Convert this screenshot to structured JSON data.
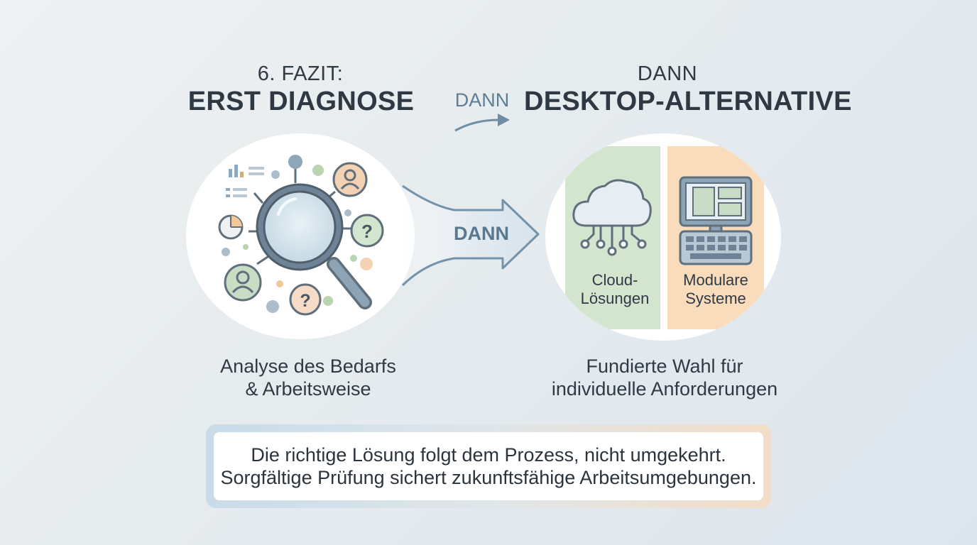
{
  "left": {
    "subheading": "6. FAZIT:",
    "heading": "ERST DIAGNOSE",
    "caption_line1": "Analyse des Bedarfs",
    "caption_line2": "& Arbeitsweise"
  },
  "connector": {
    "top_label": "DANN",
    "arrow_label": "DANN"
  },
  "right": {
    "subheading": "DANN",
    "heading": "DESKTOP-ALTERNATIVE",
    "option_cloud_line1": "Cloud-",
    "option_cloud_line2": "Lösungen",
    "option_modular_line1": "Modulare",
    "option_modular_line2": "Systeme",
    "caption_line1": "Fundierte Wahl für",
    "caption_line2": "individuelle Anforderungen"
  },
  "summary": {
    "line1": "Die richtige Lösung folgt dem Prozess, nicht umgekehrt.",
    "line2": "Sorgfältige Prüfung sichert zukunftsfähige Arbeitsumgebungen."
  },
  "colors": {
    "green_panel": "#d4e5cf",
    "peach_panel": "#f8dcbb",
    "arrow_blue": "#6f8ea4",
    "heading_dark": "#2e3944"
  },
  "icons": [
    "magnifier-icon",
    "user-icon",
    "question-icon",
    "pie-chart-icon",
    "bar-chart-icon",
    "cloud-network-icon",
    "computer-keyboard-icon"
  ]
}
